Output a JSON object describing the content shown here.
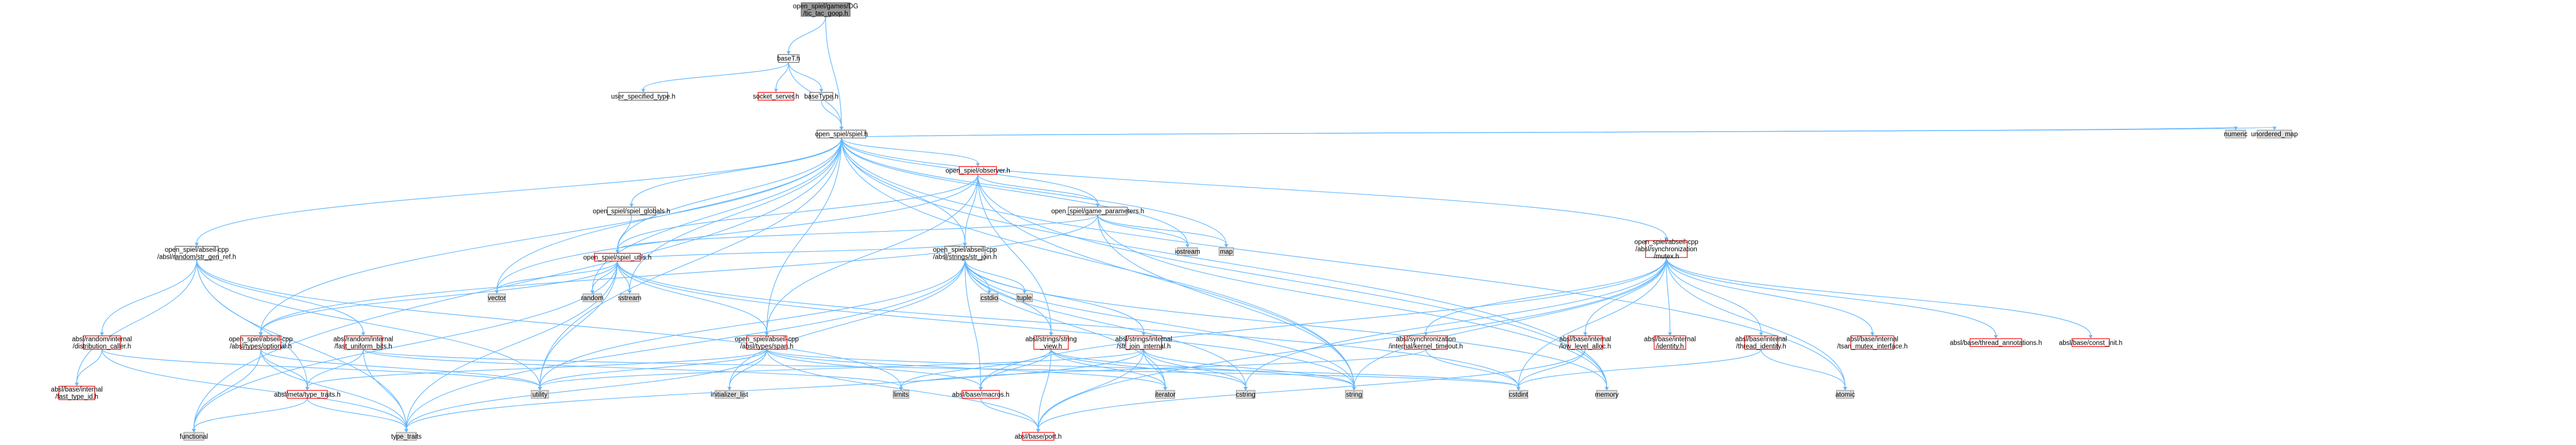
{
  "graph": {
    "colors": {
      "edge": "#63b8ff",
      "root_fill": "#999999",
      "root_stroke": "#666666",
      "plain_fill": "#ffffff",
      "plain_stroke": "#666666",
      "missing_stroke": "#ff0000",
      "missing_fill": "#ffffff",
      "system_fill": "#e0e0e0",
      "system_stroke": "#999999",
      "text": "#000000"
    },
    "nodes": {
      "root": [
        "open_spiel/games/DG",
        "/tic_tac_goop.h"
      ],
      "baseT": [
        "baseT.h"
      ],
      "user_spec": [
        "user_specified_type.h"
      ],
      "socket": [
        "socket_server.h"
      ],
      "baseType": [
        "baseType.h"
      ],
      "spiel": [
        "open_spiel/spiel.h"
      ],
      "observer": [
        "open_spiel/observer.h"
      ],
      "globals": [
        "open_spiel/spiel_globals.h"
      ],
      "game_params": [
        "open_spiel/game_parameters.h"
      ],
      "spiel_utils": [
        "open_spiel/spiel_utils.h"
      ],
      "str_join": [
        "open_spiel/abseil-cpp",
        "/absl/strings/str_join.h"
      ],
      "str_gen": [
        "open_spiel/abseil-cpp",
        "/absl/random/str_gen_ref.h"
      ],
      "mutex": [
        "open_spiel/abseil-cpp",
        "/absl/synchronization",
        "/mutex.h"
      ],
      "optional": [
        "open_spiel/abseil-cpp",
        "/absl/types/optional.h"
      ],
      "span": [
        "open_spiel/abseil-cpp",
        "/absl/types/span.h"
      ],
      "dist_caller": [
        "absl/random/internal",
        "/distribution_caller.h"
      ],
      "fast_uniform": [
        "absl/random/internal",
        "/fast_uniform_bits.h"
      ],
      "fast_type_id": [
        "absl/base/internal",
        "/fast_type_id.h"
      ],
      "type_traits_h": [
        "absl/meta/type_traits.h"
      ],
      "string_view": [
        "absl/strings/string",
        "_view.h"
      ],
      "str_join_internal": [
        "absl/strings/internal",
        "/str_join_internal.h"
      ],
      "kernel_timeout": [
        "absl/synchronization",
        "/internal/kernel_timeout.h"
      ],
      "low_level_alloc": [
        "absl/base/internal",
        "/low_level_alloc.h"
      ],
      "identity": [
        "absl/base/internal",
        "/identity.h"
      ],
      "thread_identity": [
        "absl/base/internal",
        "/thread_identity.h"
      ],
      "tsan": [
        "absl/base/internal",
        "/tsan_mutex_interface.h"
      ],
      "thread_annotations": [
        "absl/base/thread_annotations.h"
      ],
      "const_init": [
        "absl/base/const_init.h"
      ],
      "macros": [
        "absl/base/macros.h"
      ],
      "port": [
        "absl/base/port.h"
      ],
      "functional": [
        "functional"
      ],
      "type_traits": [
        "type_traits"
      ],
      "utility": [
        "utility"
      ],
      "initializer_list": [
        "initializer_list"
      ],
      "limits": [
        "limits"
      ],
      "iterator": [
        "iterator"
      ],
      "cstring": [
        "cstring"
      ],
      "string": [
        "string"
      ],
      "cstdint": [
        "cstdint"
      ],
      "memory": [
        "memory"
      ],
      "atomic": [
        "atomic"
      ],
      "vector": [
        "vector"
      ],
      "random": [
        "random"
      ],
      "sstream": [
        "sstream"
      ],
      "cstdio": [
        "cstdio"
      ],
      "tuple": [
        "tuple"
      ],
      "iostream": [
        "iostream"
      ],
      "map": [
        "map"
      ],
      "numeric": [
        "numeric"
      ],
      "unordered_map": [
        "unordered_map"
      ]
    }
  }
}
